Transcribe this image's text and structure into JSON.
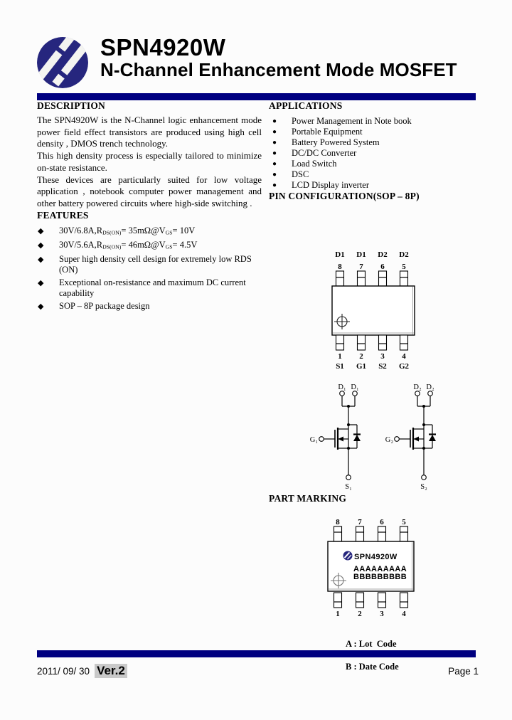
{
  "header": {
    "part_number": "SPN4920W",
    "subtitle": "N-Channel Enhancement Mode MOSFET"
  },
  "description": {
    "title": "DESCRIPTION",
    "paragraphs": [
      "The SPN4920W is the N-Channel logic enhancement mode power field effect transistors are produced using high cell density , DMOS trench technology.",
      "This high density process is especially tailored to minimize on-state resistance.",
      "These devices are particularly suited for low voltage application , notebook computer power management and other battery powered circuits where high-side switching ."
    ]
  },
  "applications": {
    "title": "APPLICATIONS",
    "bullet": "●",
    "items": [
      "Power Management in Note book",
      "Portable Equipment",
      "Battery Powered System",
      "DC/DC Converter",
      "Load Switch",
      "DSC",
      "LCD Display inverter"
    ]
  },
  "features": {
    "title": "FEATURES",
    "bullet": "◆",
    "items": [
      "30V/6.8A,R~DS(ON)~= 35mΩ@V~GS~= 10V",
      "30V/5.6A,R~DS(ON)~= 46mΩ@V~GS~= 4.5V",
      "Super high density cell design for extremely low RDS (ON)",
      "Exceptional on-resistance and maximum DC current capability",
      "SOP – 8P package design"
    ]
  },
  "pin_configuration": {
    "title": "PIN CONFIGURATION(SOP – 8P)",
    "top_labels": [
      "D1",
      "D1",
      "D2",
      "D2"
    ],
    "top_numbers": [
      "8",
      "7",
      "6",
      "5"
    ],
    "bottom_numbers": [
      "1",
      "2",
      "3",
      "4"
    ],
    "bottom_labels": [
      "S1",
      "G1",
      "S2",
      "G2"
    ]
  },
  "schematic": {
    "q1": {
      "drain_a": "D₁",
      "drain_b": "D₁",
      "gate": "G₁",
      "source": "S₁"
    },
    "q2": {
      "drain_a": "D₂",
      "drain_b": "D₂",
      "gate": "G₂",
      "source": "S₂"
    }
  },
  "part_marking": {
    "title": "PART MARKING",
    "top_numbers": [
      "8",
      "7",
      "6",
      "5"
    ],
    "bottom_numbers": [
      "1",
      "2",
      "3",
      "4"
    ],
    "marking_line1": "SPN4920W",
    "marking_line2": "AAAAAAAAA",
    "marking_line3": "BBBBBBBBB",
    "legend_a": "A : Lot  Code",
    "legend_b": "B : Date Code"
  },
  "footer": {
    "date": "2011/ 09/ 30",
    "version": "Ver.2",
    "page": "Page 1"
  },
  "colors": {
    "navy_bar": "#000080",
    "logo_navy": "#26267e",
    "version_bg": "#c9c9c9"
  }
}
